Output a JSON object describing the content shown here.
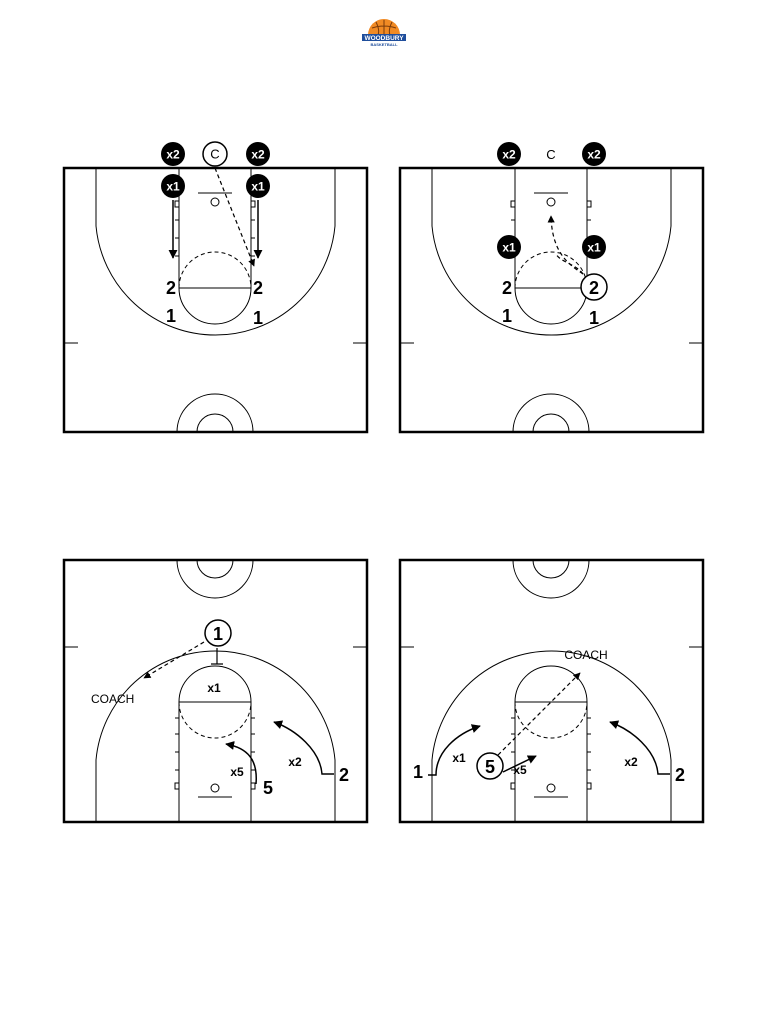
{
  "logo": {
    "wordmark": "WOODBURY",
    "subtitle": "BASKETBALL",
    "colors": {
      "ball": "#f08a24",
      "text": "#1f4e9c"
    }
  },
  "diagrams": [
    {
      "orientation": "top",
      "labels": {
        "x2_left": "x2",
        "coach": "C",
        "x2_right": "x2",
        "x1_left": "x1",
        "x1_right": "x1",
        "two_left": "2",
        "two_right": "2",
        "one_left": "1",
        "one_right": "1"
      }
    },
    {
      "orientation": "top",
      "labels": {
        "x2_left": "x2",
        "coach": "C",
        "x2_right": "x2",
        "x1_left": "x1",
        "x1_right": "x1",
        "two_left": "2",
        "two_right": "2",
        "one_left": "1",
        "one_right": "1"
      }
    },
    {
      "orientation": "bottom",
      "labels": {
        "player1": "1",
        "x1": "x1",
        "coach": "COACH",
        "x5": "x5",
        "five": "5",
        "x2": "x2",
        "two": "2"
      }
    },
    {
      "orientation": "bottom",
      "labels": {
        "coach": "COACH",
        "one": "1",
        "x1": "x1",
        "five": "5",
        "x5": "x5",
        "x2": "x2",
        "two": "2"
      }
    }
  ]
}
